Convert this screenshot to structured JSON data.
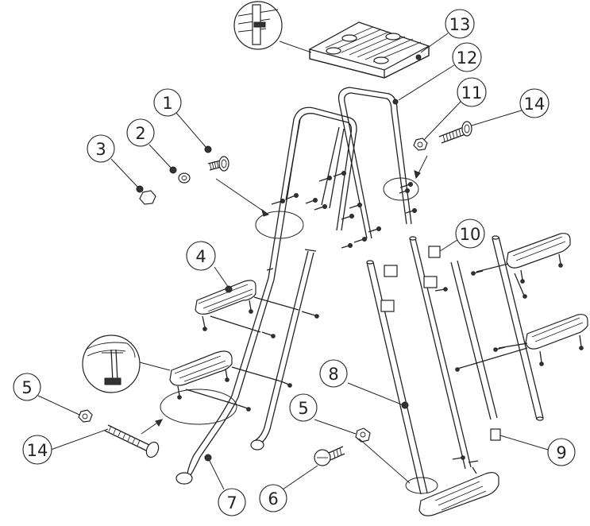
{
  "callouts": [
    {
      "id": "c1",
      "label": "1"
    },
    {
      "id": "c2",
      "label": "2"
    },
    {
      "id": "c3",
      "label": "3"
    },
    {
      "id": "c4",
      "label": "4"
    },
    {
      "id": "c5a",
      "label": "5"
    },
    {
      "id": "c5b",
      "label": "5"
    },
    {
      "id": "c6",
      "label": "6"
    },
    {
      "id": "c7",
      "label": "7"
    },
    {
      "id": "c8",
      "label": "8"
    },
    {
      "id": "c9",
      "label": "9"
    },
    {
      "id": "c10",
      "label": "10"
    },
    {
      "id": "c11",
      "label": "11"
    },
    {
      "id": "c12",
      "label": "12"
    },
    {
      "id": "c13",
      "label": "13"
    },
    {
      "id": "c14a",
      "label": "14"
    },
    {
      "id": "c14b",
      "label": "14"
    }
  ]
}
